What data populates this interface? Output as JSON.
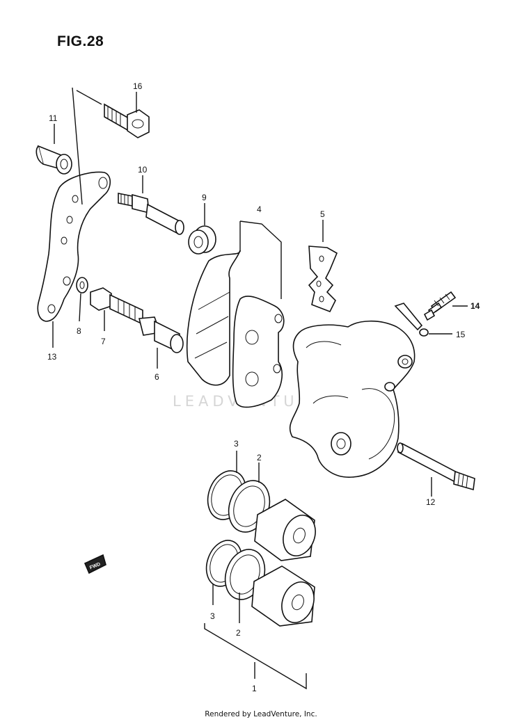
{
  "figure": {
    "title": "FIG.28"
  },
  "callouts": [
    {
      "id": "c1",
      "label": "1"
    },
    {
      "id": "c2a",
      "label": "2"
    },
    {
      "id": "c2b",
      "label": "2"
    },
    {
      "id": "c3a",
      "label": "3"
    },
    {
      "id": "c3b",
      "label": "3"
    },
    {
      "id": "c4",
      "label": "4"
    },
    {
      "id": "c5",
      "label": "5"
    },
    {
      "id": "c6",
      "label": "6"
    },
    {
      "id": "c7",
      "label": "7"
    },
    {
      "id": "c8",
      "label": "8"
    },
    {
      "id": "c9",
      "label": "9"
    },
    {
      "id": "c10",
      "label": "10"
    },
    {
      "id": "c11",
      "label": "11"
    },
    {
      "id": "c12",
      "label": "12"
    },
    {
      "id": "c13",
      "label": "13"
    },
    {
      "id": "c14",
      "label": "14"
    },
    {
      "id": "c15",
      "label": "15"
    },
    {
      "id": "c16",
      "label": "16"
    }
  ],
  "fwd_label": "FWD",
  "watermark": "LEADVENTURE",
  "footer": "Rendered by LeadVenture, Inc."
}
